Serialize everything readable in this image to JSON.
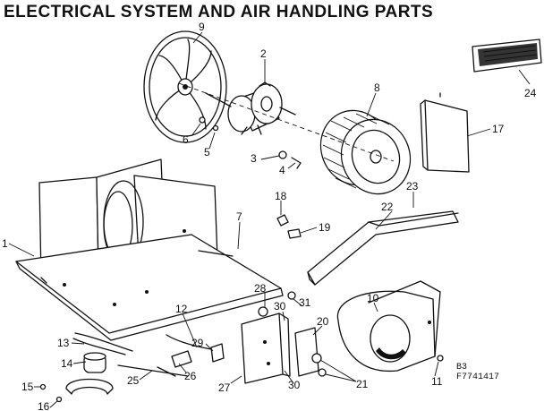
{
  "title": "ELECTRICAL SYSTEM AND AIR HANDLING PARTS",
  "code_line1": "B3",
  "code_line2": "F7741417",
  "parts": [
    {
      "num": "9"
    },
    {
      "num": "2"
    },
    {
      "num": "8"
    },
    {
      "num": "17"
    },
    {
      "num": "24"
    },
    {
      "num": "6"
    },
    {
      "num": "5"
    },
    {
      "num": "3"
    },
    {
      "num": "4"
    },
    {
      "num": "18"
    },
    {
      "num": "19"
    },
    {
      "num": "23"
    },
    {
      "num": "22"
    },
    {
      "num": "7"
    },
    {
      "num": "1"
    },
    {
      "num": "28"
    },
    {
      "num": "30"
    },
    {
      "num": "31"
    },
    {
      "num": "10"
    },
    {
      "num": "20"
    },
    {
      "num": "12"
    },
    {
      "num": "29"
    },
    {
      "num": "13"
    },
    {
      "num": "14"
    },
    {
      "num": "15"
    },
    {
      "num": "16"
    },
    {
      "num": "25"
    },
    {
      "num": "26"
    },
    {
      "num": "27"
    },
    {
      "num": "30"
    },
    {
      "num": "21"
    },
    {
      "num": "11"
    }
  ]
}
